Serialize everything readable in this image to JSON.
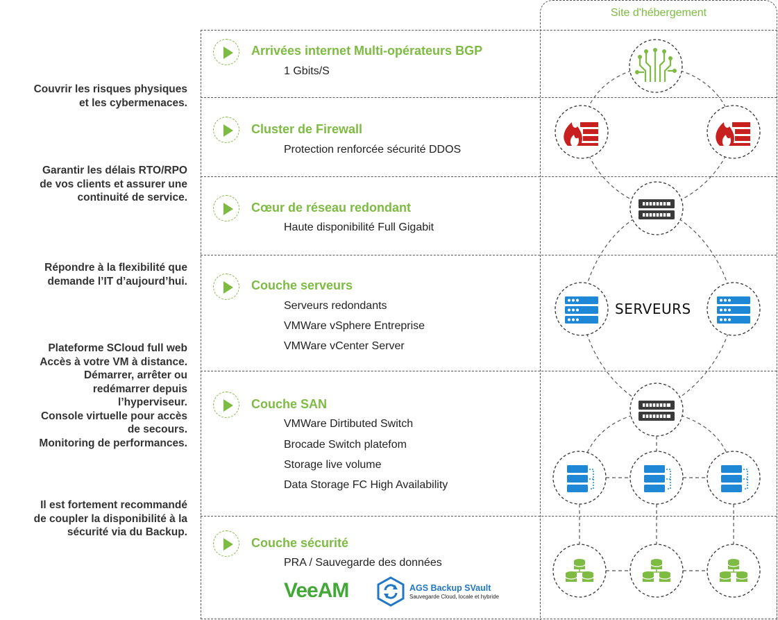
{
  "site_label": "Site d'hébergement",
  "left_notes": [
    [
      "Couvrir les risques physiques",
      "et les cybermenaces."
    ],
    [
      "Garantir les délais RTO/RPO",
      "de vos clients et assurer une",
      "continuité de service."
    ],
    [
      "Répondre à la flexibilité que",
      "demande l’IT d’aujourd’hui."
    ],
    [
      "Plateforme SCloud full web",
      "Accès à votre VM à distance.",
      "Démarrer, arrêter ou",
      "redémarrer depuis",
      "l’hyperviseur.",
      "Console virtuelle pour accès",
      "de secours.",
      "Monitoring de performances."
    ],
    [
      "Il est fortement recommandé",
      "de coupler la disponibilité à la",
      "sécurité via du Backup."
    ]
  ],
  "rows": [
    {
      "title": "Arrivées internet Multi-opérateurs BGP",
      "details": [
        "1 Gbits/S"
      ]
    },
    {
      "title": "Cluster de Firewall",
      "details": [
        "Protection renforcée sécurité DDOS"
      ]
    },
    {
      "title": "Cœur de réseau redondant",
      "details": [
        "Haute disponibilité Full Gigabit"
      ]
    },
    {
      "title": "Couche serveurs",
      "details": [
        "Serveurs redondants",
        "VMWare vSphere Entreprise",
        "VMWare vCenter Server"
      ]
    },
    {
      "title": "Couche SAN",
      "details": [
        "VMWare Dirtibuted Switch",
        "Brocade Switch platefom",
        "Storage live volume",
        "Data Storage FC High Availability"
      ]
    },
    {
      "title": "Couche sécurité",
      "details": [
        "PRA / Sauvegarde des données"
      ]
    }
  ],
  "serveurs_label": "SERVEURS",
  "logos": {
    "veeam": "VeeAM",
    "ags_title": "AGS Backup SVault",
    "ags_subtitle": "Sauvegarde Cloud, locale et hybride"
  },
  "colors": {
    "accent": "#7dbb42",
    "firewall": "#c8201f",
    "server_blue": "#1e88d6",
    "storage_green": "#7dbb42"
  }
}
